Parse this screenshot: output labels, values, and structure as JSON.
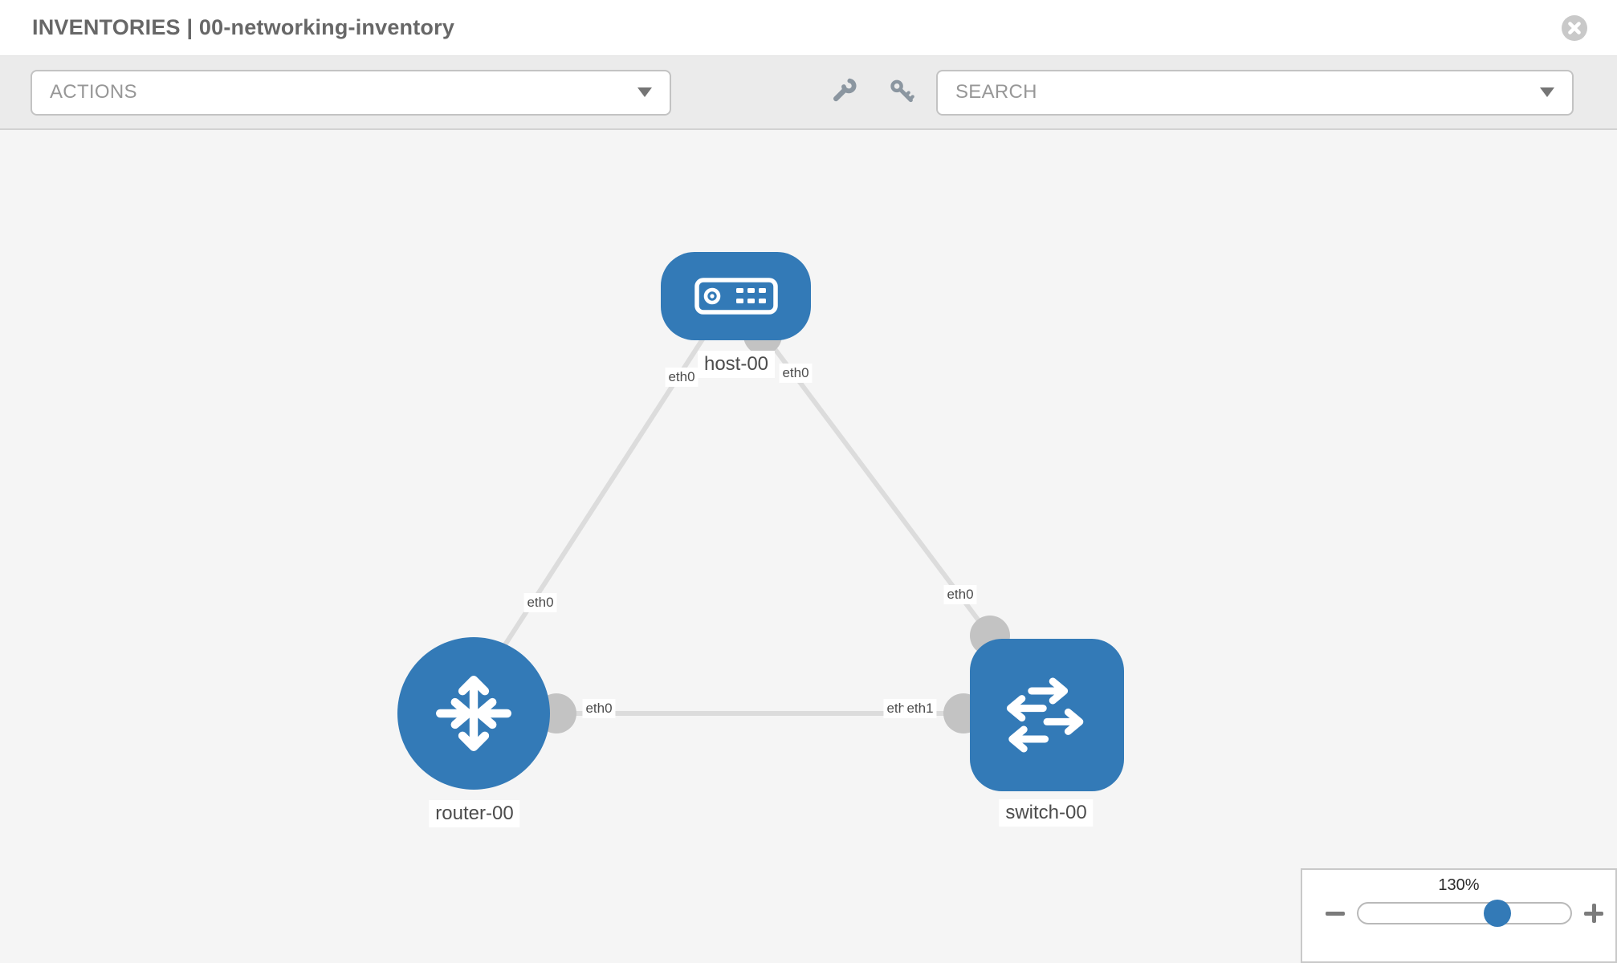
{
  "header": {
    "title": "INVENTORIES | 00-networking-inventory",
    "close_icon": "circle-x"
  },
  "toolbar": {
    "actions_label": "ACTIONS",
    "search_placeholder": "SEARCH",
    "wrench_icon": "wrench",
    "key_icon": "key"
  },
  "topology": {
    "nodes": [
      {
        "id": "host-00",
        "type": "host",
        "label": "host-00",
        "icon": "server-icon"
      },
      {
        "id": "router-00",
        "type": "router",
        "label": "router-00",
        "icon": "router-arrows-icon"
      },
      {
        "id": "switch-00",
        "type": "switch",
        "label": "switch-00",
        "icon": "switch-arrows-icon"
      }
    ],
    "links": [
      {
        "source": "host-00",
        "source_interface": "eth0",
        "target": "router-00",
        "target_interface": "eth0"
      },
      {
        "source": "host-00",
        "source_interface": "eth0",
        "target": "switch-00",
        "target_interface": "eth0"
      },
      {
        "source": "router-00",
        "source_interface": "eth0",
        "target": "switch-00",
        "target_interface": "eth1"
      }
    ],
    "interface_labels": [
      {
        "link": "host-00--router-00",
        "position": "near-host",
        "text": "eth0"
      },
      {
        "link": "host-00--router-00",
        "position": "near-router",
        "text": "eth0"
      },
      {
        "link": "host-00--switch-00",
        "position": "near-host",
        "text": "eth0"
      },
      {
        "link": "host-00--switch-00",
        "position": "near-switch",
        "text": "eth0"
      },
      {
        "link": "router-00--switch-00",
        "position": "near-router",
        "text": "eth0"
      },
      {
        "link": "router-00--switch-00",
        "position": "near-switch-covered",
        "text": "eth0"
      },
      {
        "link": "router-00--switch-00",
        "position": "near-switch",
        "text": "eth1"
      }
    ]
  },
  "zoom_control": {
    "value_label": "130%",
    "percent": 130,
    "minus_icon": "minus",
    "plus_icon": "plus"
  },
  "colors": {
    "node_blue": "#337ab7",
    "link_gray": "#dcdcdc",
    "connector_gray": "#c3c3c3",
    "toolbar_bg": "#ebebeb",
    "canvas_bg": "#f5f5f5",
    "label_text": "#4c4c4c"
  }
}
